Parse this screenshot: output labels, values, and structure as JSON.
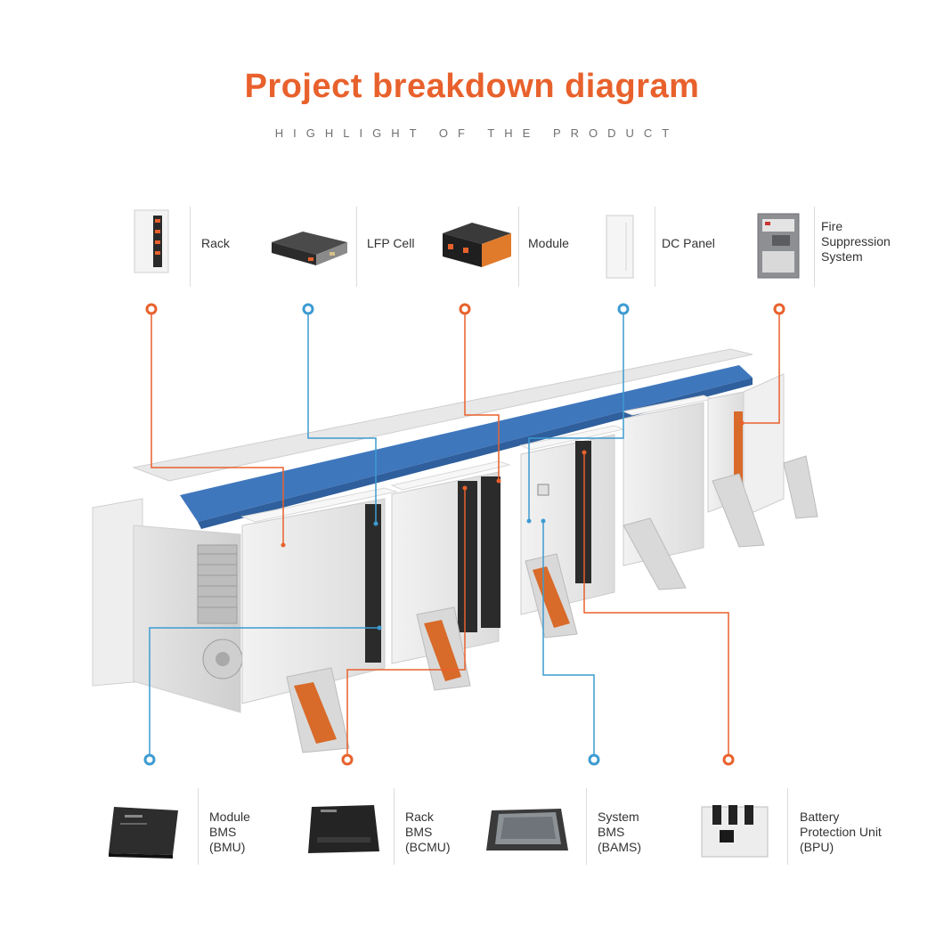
{
  "header": {
    "title": "Project breakdown diagram",
    "subtitle": "HIGHLIGHT OF THE PRODUCT"
  },
  "top_components": [
    {
      "label": "Rack",
      "marker_color": "#e8612c"
    },
    {
      "label": "LFP Cell",
      "marker_color": "#3d9bd1"
    },
    {
      "label": "Module",
      "marker_color": "#e8612c"
    },
    {
      "label": "DC Panel",
      "marker_color": "#3d9bd1"
    },
    {
      "label": "Fire\nSuppression\nSystem",
      "marker_color": "#e8612c"
    }
  ],
  "bottom_components": [
    {
      "label": "Module\nBMS\n(BMU)",
      "marker_color": "#3d9bd1"
    },
    {
      "label": "Rack\nBMS\n(BCMU)",
      "marker_color": "#e8612c"
    },
    {
      "label": "System\nBMS\n(BAMS)",
      "marker_color": "#3d9bd1"
    },
    {
      "label": "Battery\nProtection Unit\n(BPU)",
      "marker_color": "#e8612c"
    }
  ],
  "colors": {
    "accent_orange": "#e8612c",
    "accent_blue": "#3d9bd1",
    "tray_blue": "#3f77bd"
  }
}
